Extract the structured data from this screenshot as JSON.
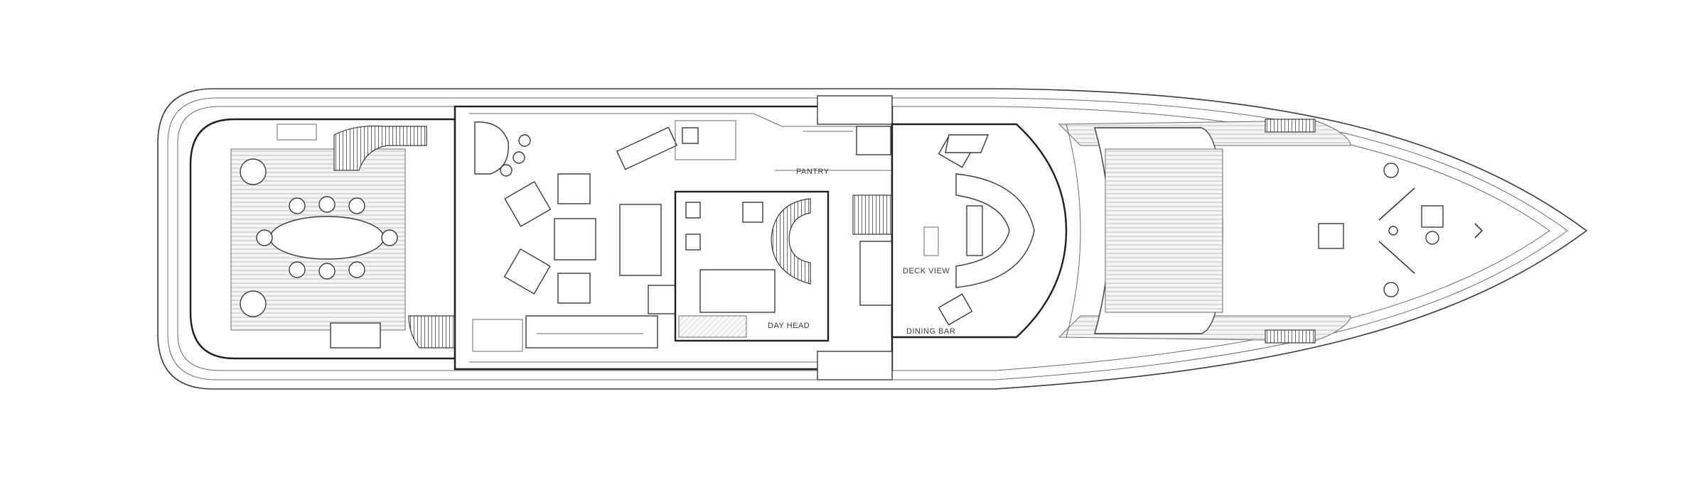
{
  "plan": {
    "labels": {
      "galley_label": "PANTRY",
      "bridge_label": "DECK VIEW",
      "lower_label": "DINING BAR",
      "port_label": "DAY HEAD"
    }
  }
}
